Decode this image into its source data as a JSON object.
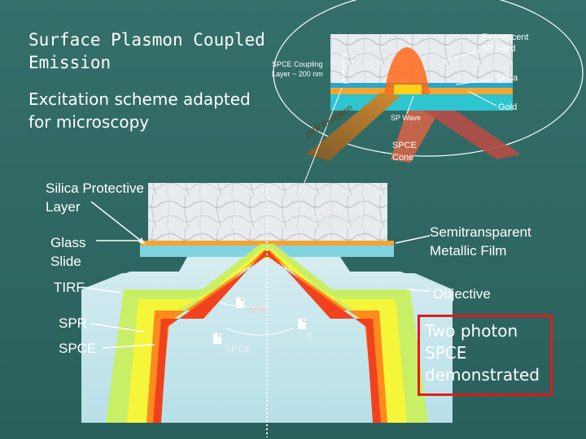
{
  "title_line1": "Surface Plasmon Coupled",
  "title_line2": "Emission",
  "subtitle_line1": "Excitation scheme adapted",
  "subtitle_line2": "for microscopy",
  "inset": {
    "evanescent_line1": "Evanescent",
    "evanescent_line2": "SP Field",
    "coupling_line1": "SPCE Coupling",
    "coupling_line2": "Layer ~ 200 nm",
    "silica": "Silica",
    "gold": "Gold",
    "sp_wave": "SP Wave",
    "spr_excitation": "SPR Excitation",
    "spce_cone_line1": "SPCE",
    "spce_cone_line2": "Cone"
  },
  "labels": {
    "silica_protective_line1": "Silica Protective",
    "silica_protective_line2": "Layer",
    "sample": "Sample",
    "glass_line1": "Glass",
    "glass_line2": "Slide",
    "semitransparent_line1": "Semitransparent",
    "semitransparent_line2": "Metallic Film",
    "tirf": "TIRF",
    "objective": "Objective",
    "spr": "SPR",
    "spce": "SPCE",
    "angle_spr": "SPR",
    "angle_spce": "SPCE",
    "angle_s": "S"
  },
  "callout_line1": "Two photon",
  "callout_line2": "SPCE",
  "callout_line3": "demonstrated",
  "colors": {
    "background": "#2f6b66",
    "glass": "#7fd4e0",
    "gold": "#f2a531",
    "callout_border": "#e01b1b",
    "cone_yellow": "#f5f53a",
    "cone_green": "#c9ef66",
    "cone_red": "#f0421e",
    "cone_orange": "#ff8a1e"
  }
}
